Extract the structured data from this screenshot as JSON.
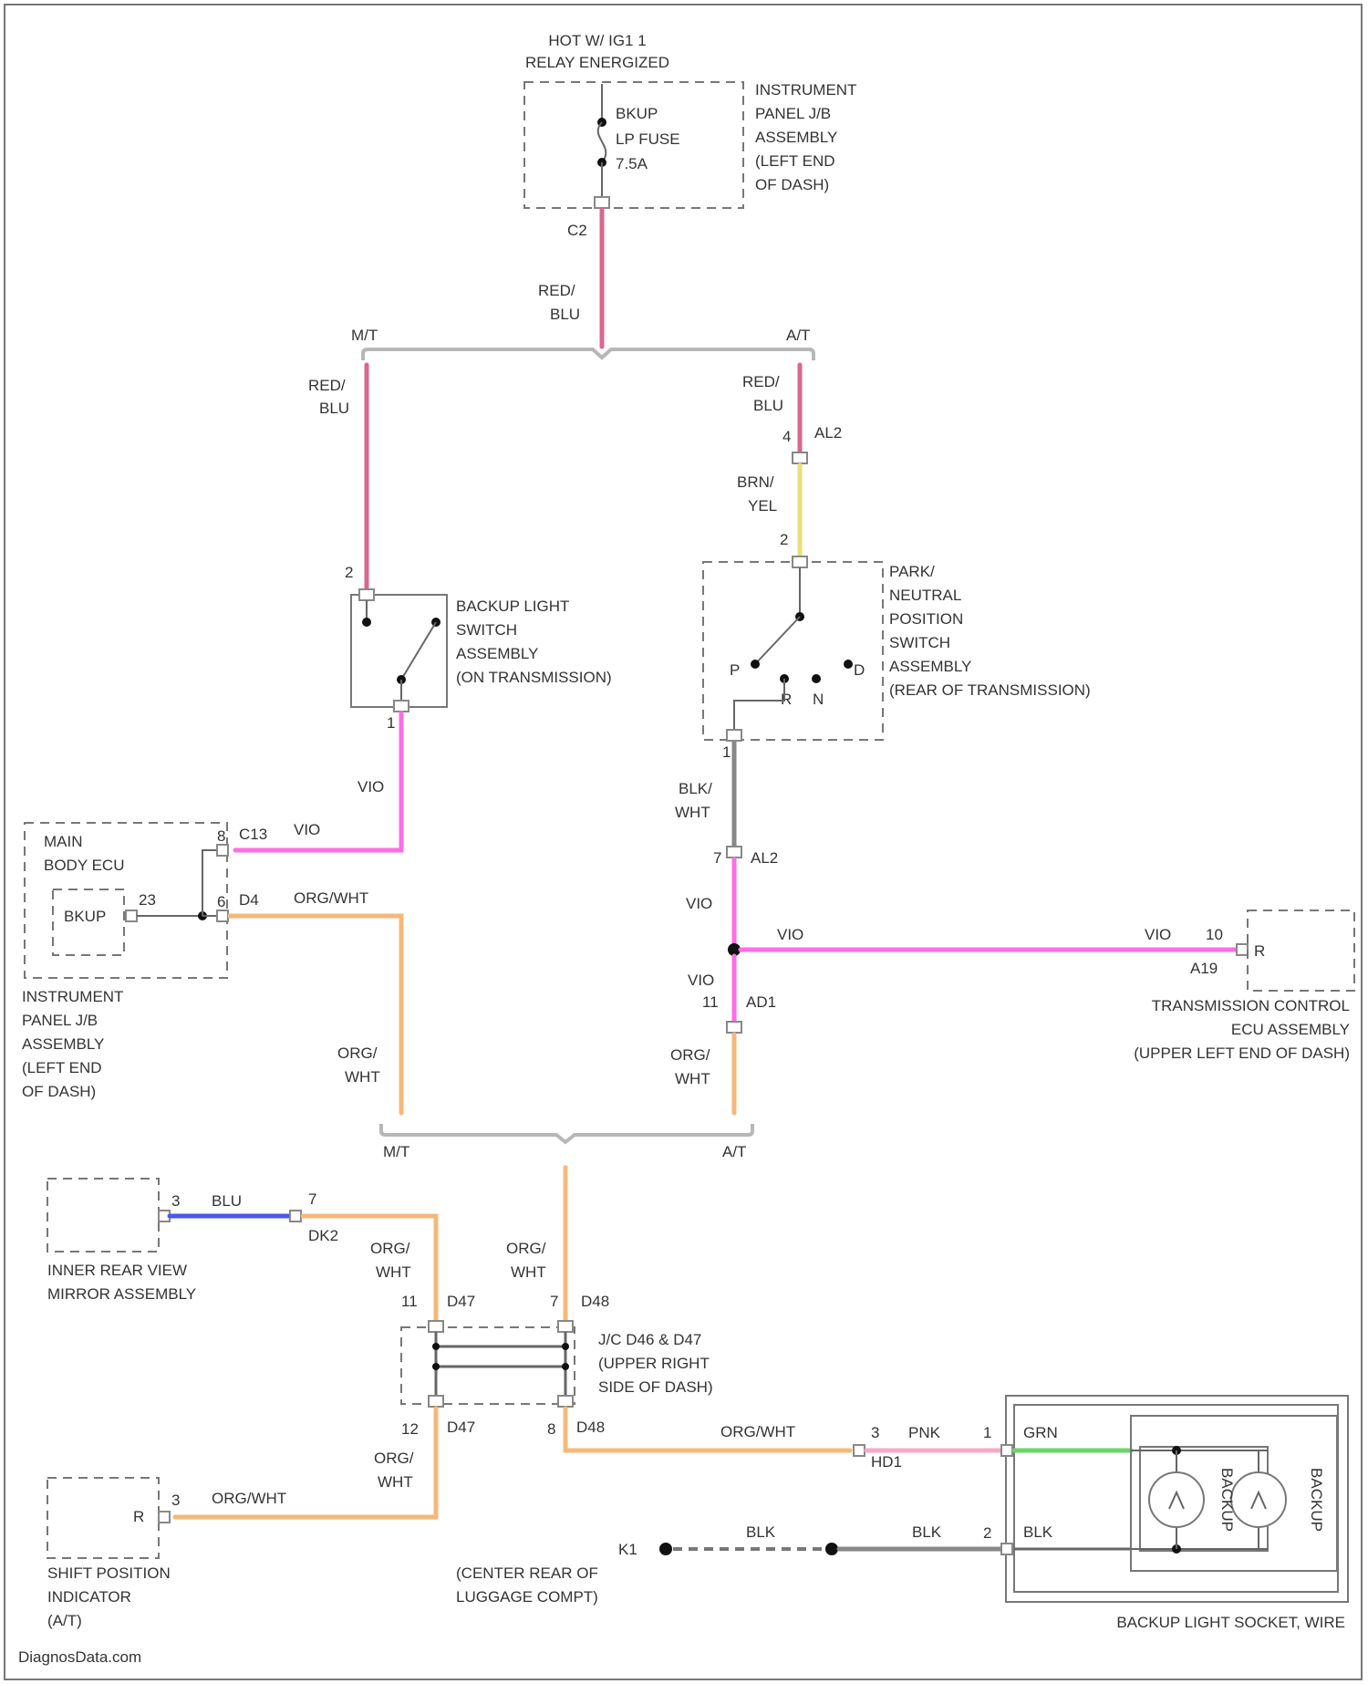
{
  "colors": {
    "red_blu": "#d9678f",
    "vio": "#ff6de6",
    "org_wht": "#f5b87a",
    "brn_yel": "#e9e07a",
    "blu": "#4a56ee",
    "pnk": "#f6a9c6",
    "grn": "#6ad46a",
    "blk": "#888888",
    "bus": "#b7b7b7",
    "ink": "#333333"
  },
  "power": {
    "header_line1": "HOT W/ IG1 1",
    "header_line2": "RELAY ENERGIZED",
    "fuse_line1": "BKUP",
    "fuse_line2": "LP FUSE",
    "fuse_line3": "7.5A",
    "jb_line1": "INSTRUMENT",
    "jb_line2": "PANEL J/B",
    "jb_line3": "ASSEMBLY",
    "jb_line4": "(LEFT END",
    "jb_line5": "OF DASH)",
    "connector": "C2"
  },
  "wires": {
    "red": "RED/",
    "blu_part": "BLU",
    "brn": "BRN/",
    "yel_part": "YEL",
    "vio": "VIO",
    "blk": "BLK/",
    "wht_part": "WHT",
    "org": "ORG/",
    "org_wht": "ORG/WHT",
    "blu": "BLU",
    "pnk": "PNK",
    "grn": "GRN",
    "blk_only": "BLK"
  },
  "branches": {
    "mt": "M/T",
    "at": "A/T"
  },
  "pins": {
    "p2": "2",
    "p4": "4",
    "p1": "1",
    "p11": "11",
    "p10": "10",
    "p3": "3",
    "p7": "7",
    "p12": "12",
    "p8": "8",
    "p6": "6",
    "p23": "23"
  },
  "connectors": {
    "al2": "AL2",
    "c13": "C13",
    "d4": "D4",
    "ad1": "AD1",
    "a19": "A19",
    "dk2": "DK2",
    "d47": "D47",
    "d48": "D48",
    "hd1": "HD1"
  },
  "backup_switch": {
    "line1": "BACKUP LIGHT",
    "line2": "SWITCH",
    "line3": "ASSEMBLY",
    "line4": "(ON TRANSMISSION)"
  },
  "pnp_switch": {
    "line1": "PARK/",
    "line2": "NEUTRAL",
    "line3": "POSITION",
    "line4": "SWITCH",
    "line5": "ASSEMBLY",
    "line6": "(REAR OF TRANSMISSION)",
    "pos_p": "P",
    "pos_r": "R",
    "pos_n": "N",
    "pos_d": "D"
  },
  "body_ecu": {
    "line1": "MAIN",
    "line2": "BODY ECU",
    "bkup": "BKUP",
    "jb_line1": "INSTRUMENT",
    "jb_line2": "PANEL J/B",
    "jb_line3": "ASSEMBLY",
    "jb_line4": "(LEFT END",
    "jb_line5": "OF DASH)"
  },
  "tcu": {
    "pin_r": "R",
    "line1": "TRANSMISSION CONTROL",
    "line2": "ECU ASSEMBLY",
    "line3": "(UPPER LEFT END OF DASH)"
  },
  "mirror": {
    "line1": "INNER REAR VIEW",
    "line2": "MIRROR ASSEMBLY"
  },
  "jc": {
    "line1": "J/C D46 & D47",
    "line2": "(UPPER RIGHT",
    "line3": "SIDE OF DASH)"
  },
  "shift": {
    "pin_r": "R",
    "line1": "SHIFT POSITION",
    "line2": "INDICATOR",
    "line3": "(A/T)"
  },
  "ground": {
    "id": "K1",
    "line1": "(CENTER REAR OF",
    "line2": "LUGGAGE COMPT)"
  },
  "socket": {
    "label": "BACKUP LIGHT SOCKET, WIRE",
    "lamp1": "BACKUP",
    "lamp2": "BACKUP"
  },
  "footer": {
    "credit": "DiagnosData.com"
  }
}
